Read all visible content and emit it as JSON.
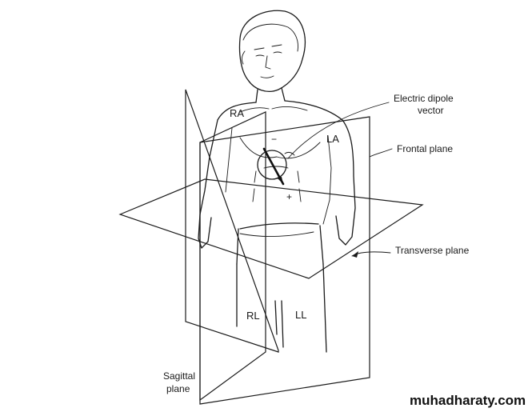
{
  "labels": {
    "ra": "RA",
    "la": "LA",
    "rl": "RL",
    "ll": "LL",
    "dipole_line1": "Electric dipole",
    "dipole_line2": "vector",
    "frontal": "Frontal plane",
    "transverse": "Transverse plane",
    "sagittal_line1": "Sagittal",
    "sagittal_line2": "plane",
    "minus": "−",
    "plus": "+"
  },
  "watermark": "muhadharaty.com"
}
